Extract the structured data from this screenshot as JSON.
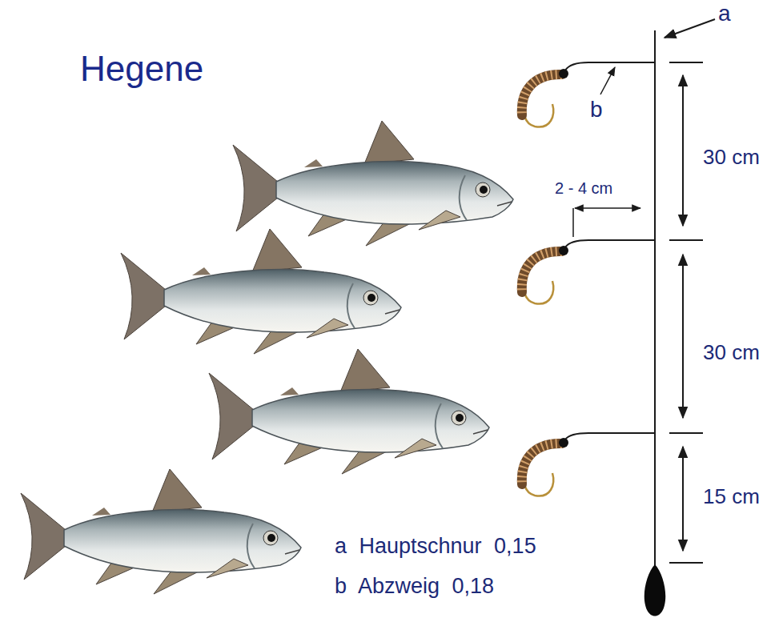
{
  "diagram": {
    "title": "Hegene",
    "labels": [
      "a",
      "30 cm",
      "b",
      "2 - 4 cm",
      "30 cm",
      "15 cm",
      "a Hauptschnur 0,15",
      "b Abzweig 0,18"
    ]
  }
}
